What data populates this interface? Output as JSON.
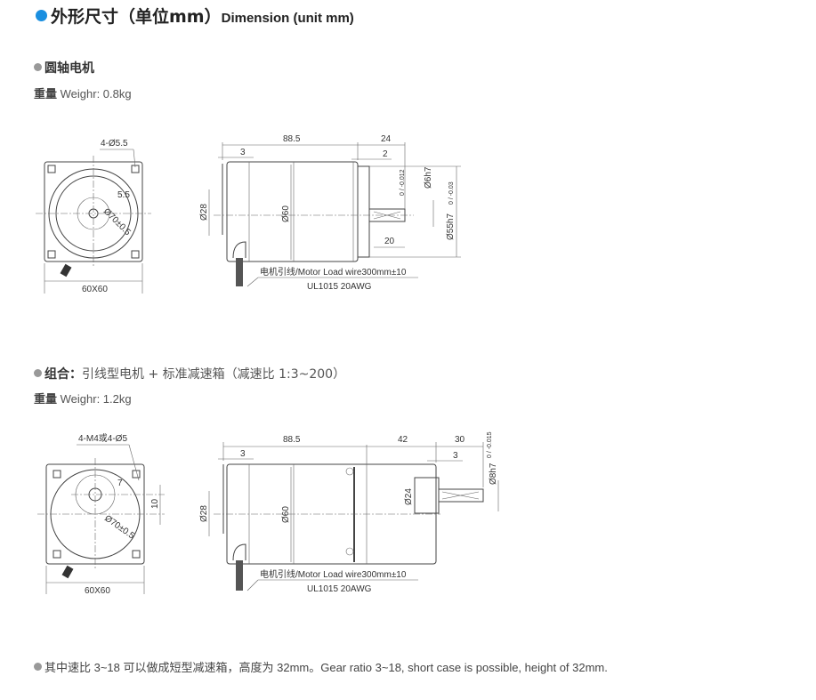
{
  "header": {
    "title_cn": "外形尺寸（单位mm）",
    "title_en": "Dimension (unit mm)",
    "accent_color": "#1a8fe0"
  },
  "section1": {
    "title": "圆轴电机",
    "weight_cn": "重量",
    "weight_en": "Weighr: 0.8kg",
    "front": {
      "holes": "4-Ø5.5",
      "offset": "5.5",
      "pcd": "Ø70±0.5",
      "size": "60X60"
    },
    "side": {
      "length": "88.5",
      "shaft_len": "24",
      "flange": "3",
      "step": "2",
      "d_rear": "Ø28",
      "d_body": "Ø60",
      "d_shaft": "Ø6h7",
      "shaft_tol": "0 / -0.012",
      "d_pilot": "Ø55h7",
      "pilot_tol": "0 / -0.03",
      "key_len": "20",
      "wire": "电机引线/Motor Load wire300mm±10",
      "wire_spec": "UL1015 20AWG"
    }
  },
  "section2": {
    "title": "组合：",
    "title_rest": "引线型电机 + 标准减速箱（减速比 1:3~200）",
    "weight_cn": "重量",
    "weight_en": "Weighr: 1.2kg",
    "front": {
      "holes": "4-M4或4-Ø5",
      "offset": "7",
      "shaft_offset": "10",
      "pcd": "Ø70±0.5",
      "size": "60X60"
    },
    "side": {
      "length": "88.5",
      "gear_len": "42",
      "shaft_len": "30",
      "flange": "3",
      "step": "3",
      "d_rear": "Ø28",
      "d_body": "Ø60",
      "d_boss": "Ø24",
      "d_shaft": "Ø8h7",
      "shaft_tol": "0 / -0.015",
      "wire": "电机引线/Motor Load wire300mm±10",
      "wire_spec": "UL1015 20AWG"
    }
  },
  "note": "其中速比 3~18 可以做成短型减速箱，高度为 32mm。Gear ratio 3~18, short case is possible, height of 32mm."
}
